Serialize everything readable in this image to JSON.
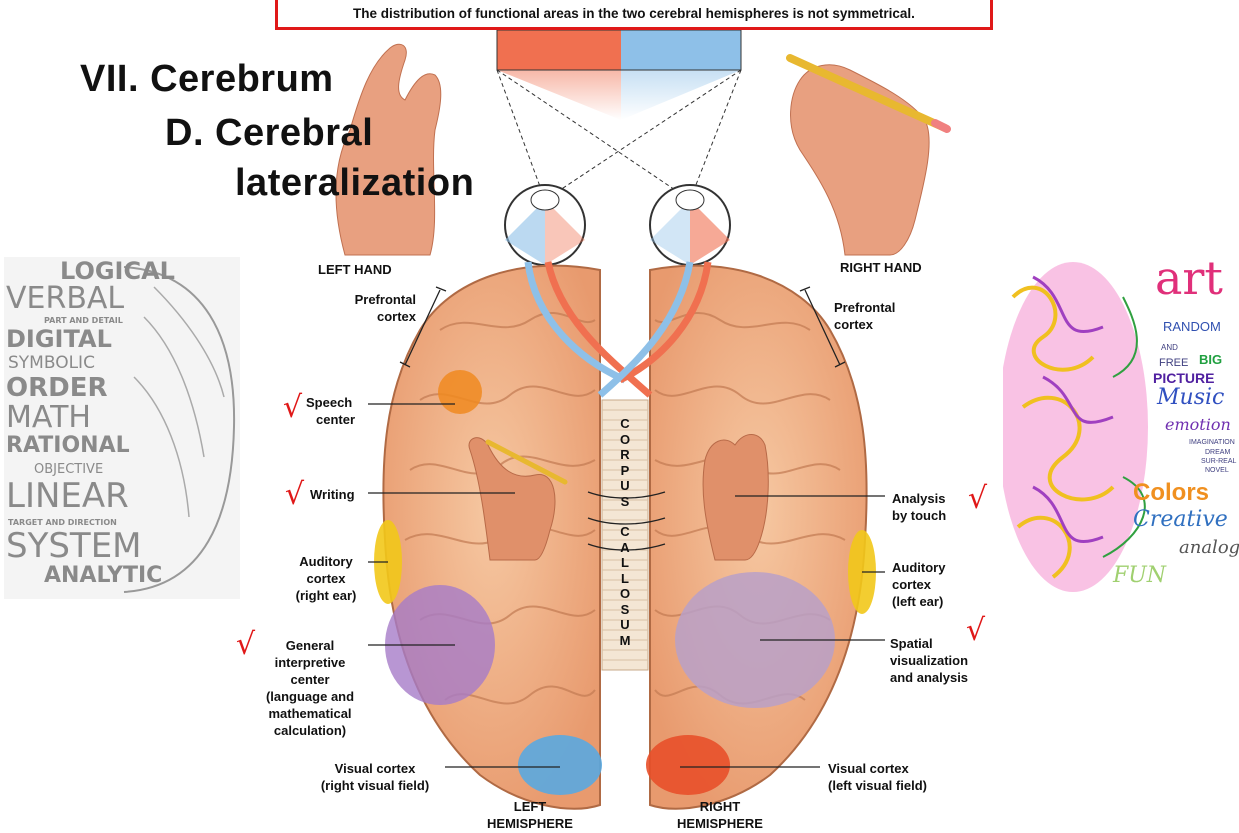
{
  "banner": "The distribution of functional areas in the two cerebral hemispheres is not symmetrical.",
  "heading": {
    "line1": "VII. Cerebrum",
    "line2": "D. Cerebral",
    "line3": "lateralization"
  },
  "labels": {
    "left_hand": "LEFT HAND",
    "right_hand": "RIGHT HAND",
    "prefrontal_left": [
      "Prefrontal",
      "cortex"
    ],
    "prefrontal_right": [
      "Prefrontal",
      "cortex"
    ],
    "speech": [
      "Speech",
      "center"
    ],
    "writing": "Writing",
    "auditory_left": [
      "Auditory",
      "cortex",
      "(right ear)"
    ],
    "general": [
      "General",
      "interpretive",
      "center",
      "(language and",
      "mathematical",
      "calculation)"
    ],
    "visual_left": [
      "Visual cortex",
      "(right visual field)"
    ],
    "left_hemisphere": [
      "LEFT",
      "HEMISPHERE"
    ],
    "right_hemisphere": [
      "RIGHT",
      "HEMISPHERE"
    ],
    "visual_right": [
      "Visual cortex",
      "(left visual field)"
    ],
    "spatial": [
      "Spatial",
      "visualization",
      "and analysis"
    ],
    "auditory_right": [
      "Auditory",
      "cortex",
      "(left ear)"
    ],
    "analysis_touch": [
      "Analysis",
      "by touch"
    ],
    "corpus_callosum": [
      "C",
      "O",
      "R",
      "P",
      "U",
      "S",
      "",
      "C",
      "A",
      "L",
      "L",
      "O",
      "S",
      "U",
      "M"
    ]
  },
  "check_mark": "√",
  "left_brain_words": [
    "LOGICAL",
    "VERBAL",
    "PART AND DETAIL",
    "DIGITAL",
    "SYMBOLIC",
    "ORDER",
    "MATH",
    "RATIONAL",
    "OBJECTIVE",
    "LINEAR",
    "TARGET AND DIRECTION",
    "SYSTEM",
    "ANALYTIC"
  ],
  "right_brain_words": [
    "art",
    "RANDOM",
    "AND",
    "FREE",
    "BIG",
    "PICTURE",
    "Music",
    "emotion",
    "IMAGINATION",
    "DREAM",
    "SUR-REAL",
    "NOVEL",
    "Colors",
    "Creative",
    "analog",
    "FUN"
  ],
  "colors": {
    "accent_red": "#e01818",
    "left_field": "#f07050",
    "right_field": "#8ec0e8",
    "brain": "#f2b48a",
    "speech": "#f08a20",
    "auditory": "#f2c81a",
    "general": "#a67cc8",
    "spatial": "#b8a0c8",
    "visual_left": "#5aa8e0",
    "visual_right": "#e8502a"
  }
}
